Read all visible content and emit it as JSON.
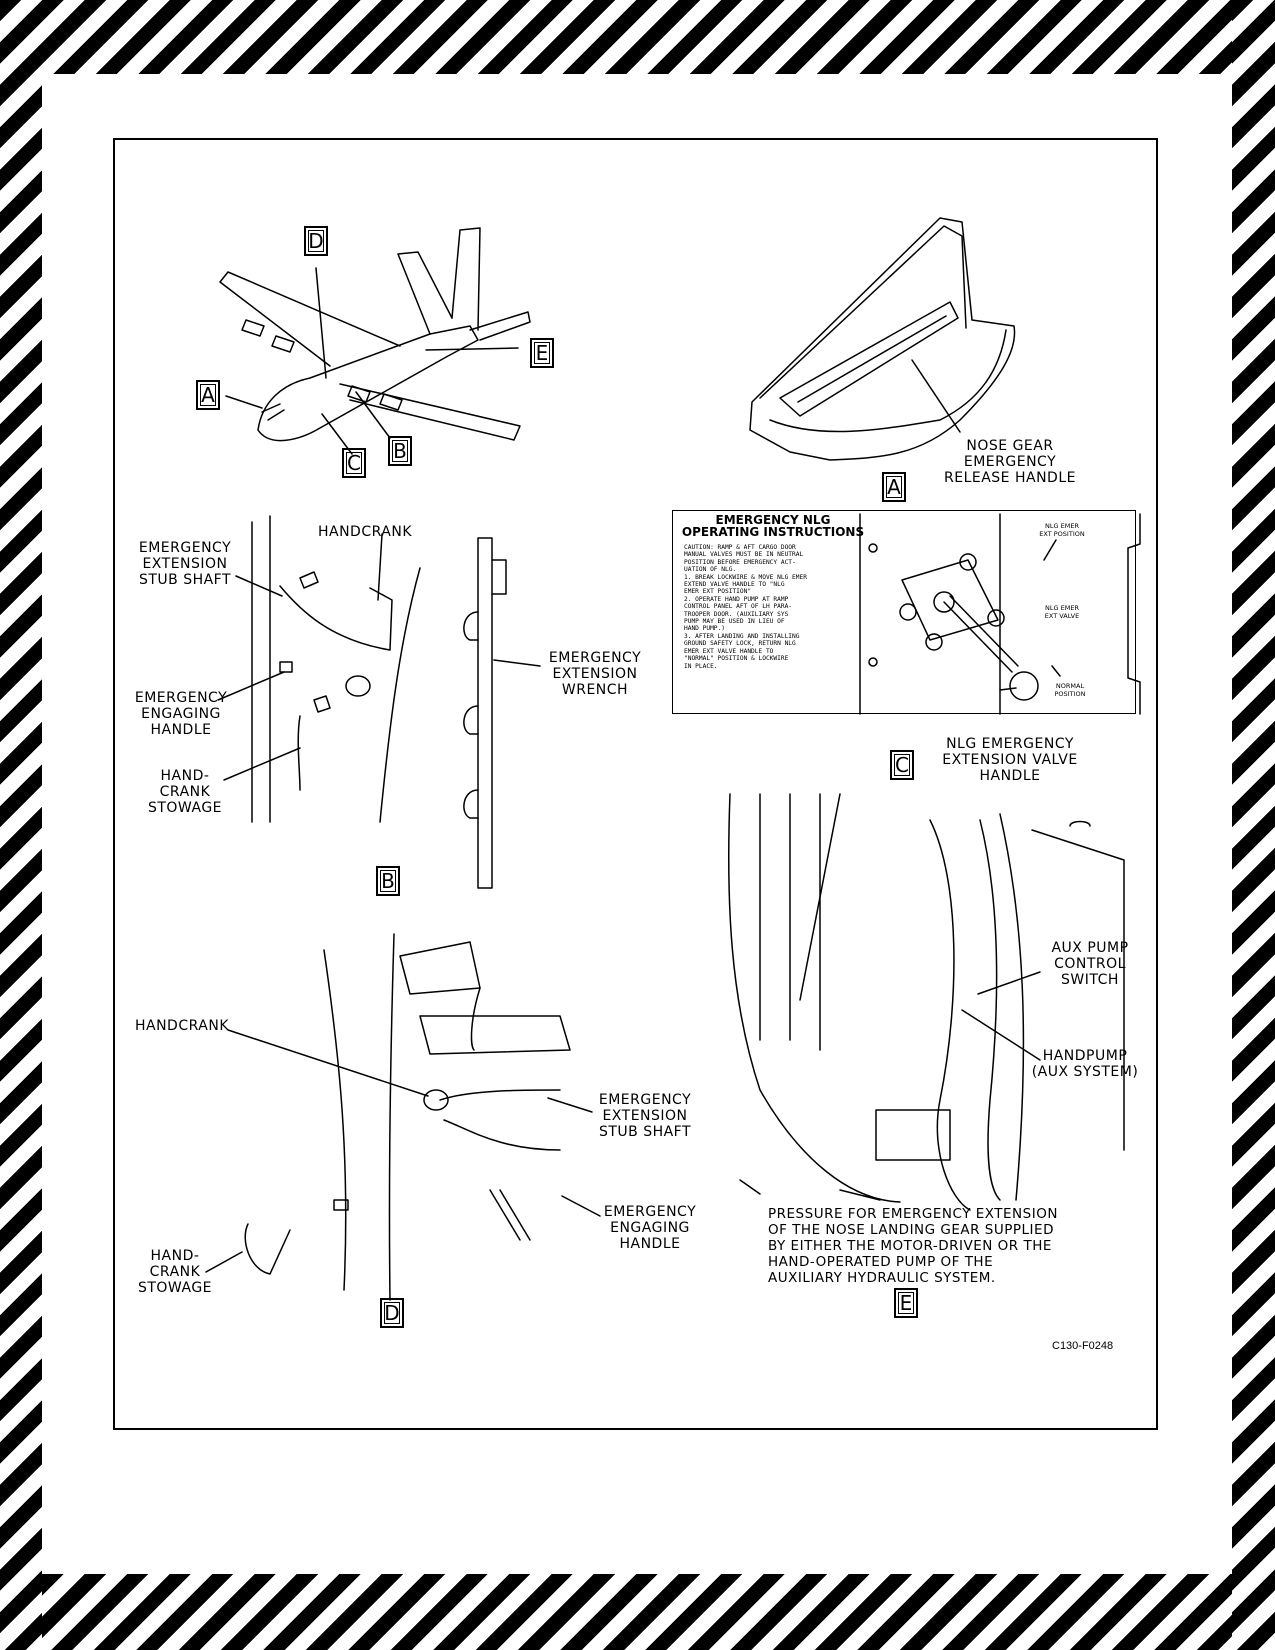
{
  "figure": {
    "ref_code": "C130-F0248",
    "callout_tags": [
      "A",
      "B",
      "C",
      "D",
      "E"
    ],
    "view_a": {
      "tag": "A",
      "label": "NOSE GEAR\nEMERGENCY\nRELEASE HANDLE"
    },
    "view_b": {
      "tag": "B",
      "labels": {
        "stub_shaft": "EMERGENCY\nEXTENSION\nSTUB SHAFT",
        "handcrank": "HANDCRANK",
        "engaging_handle": "EMERGENCY\nENGAGING\nHANDLE",
        "stowage": "HAND-\nCRANK\nSTOWAGE",
        "wrench": "EMERGENCY\nEXTENSION\nWRENCH"
      }
    },
    "view_c": {
      "tag": "C",
      "placard_title": "EMERGENCY NLG\nOPERATING INSTRUCTIONS",
      "placard_text": "CAUTION: RAMP & AFT CARGO DOOR\nMANUAL VALVES MUST BE IN NEUTRAL\nPOSITION BEFORE EMERGENCY ACT-\nUATION OF NLG.\n1. BREAK LOCKWIRE & MOVE NLG EMER\n   EXTEND VALVE HANDLE TO \"NLG\n   EMER EXT POSITION\"\n2. OPERATE HAND PUMP AT RAMP\n   CONTROL PANEL AFT OF LH PARA-\n   TROOPER DOOR. (AUXILIARY SYS\n   PUMP MAY BE USED IN LIEU OF\n   HAND PUMP.)\n3. AFTER LANDING AND INSTALLING\n   GROUND SAFETY LOCK, RETURN NLG\n   EMER EXT VALVE HANDLE TO\n   \"NORMAL\" POSITION & LOCKWIRE\n   IN PLACE.",
      "placard_positions": {
        "ext_position": "NLG EMER\nEXT POSITION",
        "ext_valve": "NLG EMER\nEXT VALVE",
        "normal": "NORMAL\nPOSITION"
      },
      "label": "NLG EMERGENCY\nEXTENSION VALVE\nHANDLE"
    },
    "view_d": {
      "tag": "D",
      "labels": {
        "handcrank": "HANDCRANK",
        "stub_shaft": "EMERGENCY\nEXTENSION\nSTUB SHAFT",
        "engaging_handle": "EMERGENCY\nENGAGING\nHANDLE",
        "stowage": "HAND-\nCRANK\nSTOWAGE"
      }
    },
    "view_e": {
      "tag": "E",
      "labels": {
        "aux_pump_switch": "AUX PUMP\nCONTROL\nSWITCH",
        "handpump": "HANDPUMP\n(AUX SYSTEM)"
      },
      "note": "PRESSURE FOR EMERGENCY EXTENSION\nOF THE NOSE LANDING GEAR SUPPLIED\nBY EITHER THE MOTOR-DRIVEN OR THE\nHAND-OPERATED PUMP OF THE\nAUXILIARY HYDRAULIC SYSTEM."
    }
  }
}
